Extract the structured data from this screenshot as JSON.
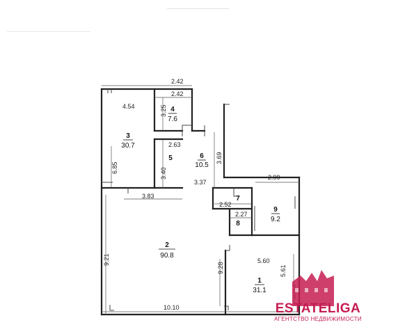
{
  "plan": {
    "rooms": [
      {
        "number": "1",
        "area": "31.1"
      },
      {
        "number": "2",
        "area": "90.8"
      },
      {
        "number": "3",
        "area": "30.7"
      },
      {
        "number": "4",
        "area": "7.6"
      },
      {
        "number": "5",
        "area": ""
      },
      {
        "number": "6",
        "area": "10.5"
      },
      {
        "number": "7",
        "area": ""
      },
      {
        "number": "8",
        "area": ""
      },
      {
        "number": "9",
        "area": "9.2"
      }
    ],
    "dimensions": [
      "2.42",
      "2.42",
      "4.54",
      "3.25",
      "2.63",
      "6.85",
      "3.40",
      "3.69",
      "3.37",
      "3.83",
      "2.52",
      "2.99",
      "2.27",
      "9.21",
      "9.28",
      "5.60",
      "5.61",
      "10.10"
    ]
  },
  "watermark": {
    "brand": "ESTATELIGA",
    "tagline": "АГЕНТСТВО НЕДВИЖИМОСТИ",
    "color": "#c51d52"
  }
}
